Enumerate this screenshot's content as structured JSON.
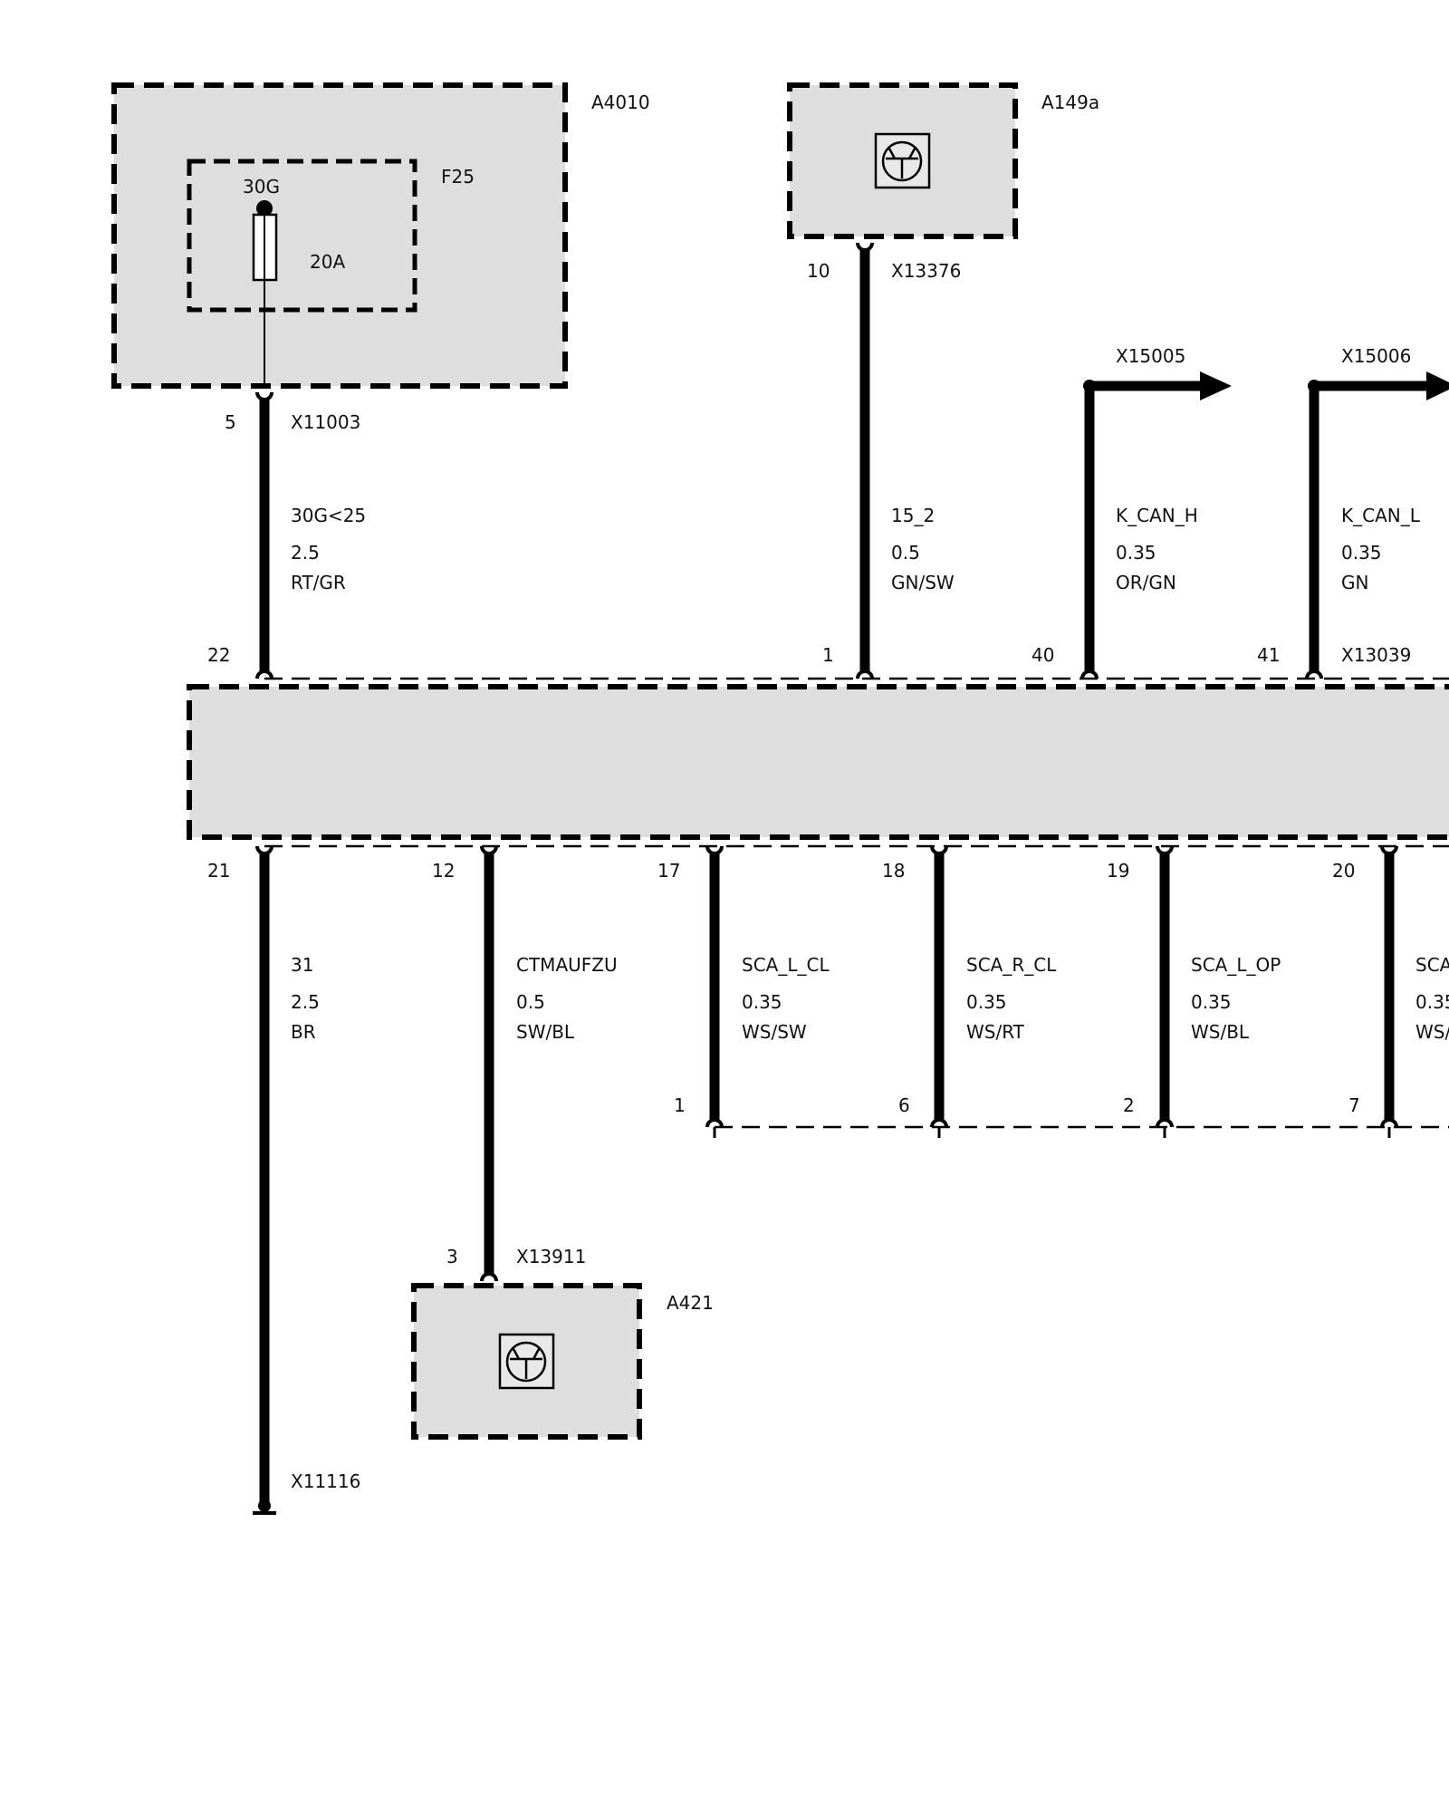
{
  "components": {
    "a4010": {
      "label": "A4010"
    },
    "f25": {
      "label": "F25",
      "terminal": "30G",
      "rating": "20A"
    },
    "a149a": {
      "label": "A149a",
      "icon": "transistor-icon"
    },
    "a421": {
      "label": "A421",
      "icon": "transistor-icon"
    }
  },
  "connectors": {
    "x11003": "X11003",
    "x13376": "X13376",
    "x15005": "X15005",
    "x15006": "X15006",
    "x13039": "X13039",
    "x13911": "X13911",
    "x11116": "X11116"
  },
  "pins": {
    "p5": "5",
    "p10": "10",
    "p22": "22",
    "p1_top": "1",
    "p40": "40",
    "p41": "41",
    "p21": "21",
    "p12": "12",
    "p17": "17",
    "p18": "18",
    "p19": "19",
    "p20": "20",
    "p1_bot": "1",
    "p6": "6",
    "p2": "2",
    "p7": "7",
    "p3": "3"
  },
  "wires": {
    "w30g": {
      "signal": "30G<25",
      "gauge": "2.5",
      "color": "RT/GR"
    },
    "w15_2": {
      "signal": "15_2",
      "gauge": "0.5",
      "color": "GN/SW"
    },
    "kcanh": {
      "signal": "K_CAN_H",
      "gauge": "0.35",
      "color": "OR/GN"
    },
    "kcanl": {
      "signal": "K_CAN_L",
      "gauge": "0.35",
      "color": "GN"
    },
    "w31": {
      "signal": "31",
      "gauge": "2.5",
      "color": "BR"
    },
    "ctm": {
      "signal": "CTMAUFZU",
      "gauge": "0.5",
      "color": "SW/BL"
    },
    "slcl": {
      "signal": "SCA_L_CL",
      "gauge": "0.35",
      "color": "WS/SW"
    },
    "srcl": {
      "signal": "SCA_R_CL",
      "gauge": "0.35",
      "color": "WS/RT"
    },
    "slop": {
      "signal": "SCA_L_OP",
      "gauge": "0.35",
      "color": "WS/BL"
    },
    "sca4": {
      "signal": "SCA",
      "gauge": "0.35",
      "color": "WS/"
    }
  }
}
